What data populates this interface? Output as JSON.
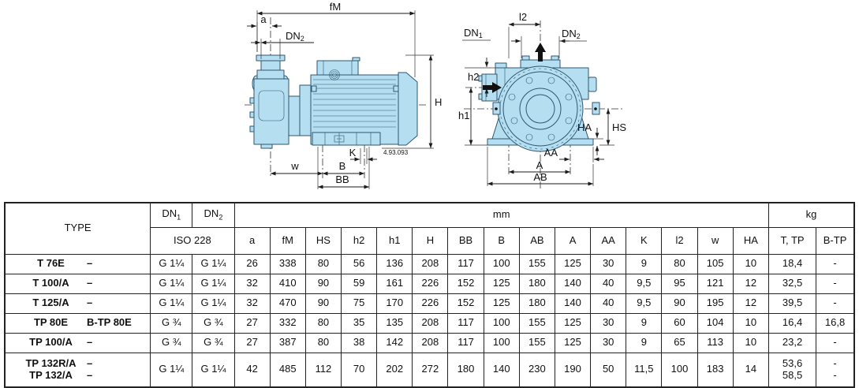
{
  "colors": {
    "pump_fill": "#b6def1",
    "pump_stroke": "#2e5670",
    "dimension_line": "#1a1a1a",
    "table_border": "#222222"
  },
  "drawings": {
    "code": "4.93.093",
    "side": {
      "fM": "fM",
      "a": "a",
      "H": "H",
      "K": "K",
      "w": "w",
      "B": "B",
      "BB": "BB",
      "dn2": {
        "base": "DN",
        "sub": "2"
      }
    },
    "front": {
      "l2": "l2",
      "h2": "h2",
      "h1": "h1",
      "HA": "HA",
      "HS": "HS",
      "AA": "AA",
      "A": "A",
      "AB": "AB",
      "dn1": {
        "base": "DN",
        "sub": "1"
      },
      "dn2": {
        "base": "DN",
        "sub": "2"
      }
    }
  },
  "table": {
    "type_header": "TYPE",
    "dn1": {
      "base": "DN",
      "sub": "1"
    },
    "dn2": {
      "base": "DN",
      "sub": "2"
    },
    "iso": "ISO 228",
    "mm": "mm",
    "kg": "kg",
    "kg_headers": [
      "T, TP",
      "B-TP"
    ],
    "dim_headers": [
      "a",
      "fM",
      "HS",
      "h2",
      "h1",
      "H",
      "BB",
      "B",
      "AB",
      "A",
      "AA",
      "K",
      "l2",
      "w",
      "HA"
    ],
    "rows": [
      {
        "type": [
          [
            "T 76E",
            "–"
          ]
        ],
        "dn1": "G 1¼",
        "dn2": "G 1¼",
        "dims": [
          "26",
          "338",
          "80",
          "56",
          "136",
          "208",
          "117",
          "100",
          "155",
          "125",
          "30",
          "9",
          "80",
          "105",
          "10"
        ],
        "kg_t_tp": [
          "18,4"
        ],
        "kg_b_tp": [
          "-"
        ]
      },
      {
        "type": [
          [
            "T 100/A",
            "–"
          ]
        ],
        "dn1": "G 1¼",
        "dn2": "G 1¼",
        "dims": [
          "32",
          "410",
          "90",
          "59",
          "161",
          "226",
          "152",
          "125",
          "180",
          "140",
          "40",
          "9,5",
          "95",
          "121",
          "12"
        ],
        "kg_t_tp": [
          "32,5"
        ],
        "kg_b_tp": [
          "-"
        ]
      },
      {
        "type": [
          [
            "T 125/A",
            "–"
          ]
        ],
        "dn1": "G 1¼",
        "dn2": "G 1¼",
        "dims": [
          "32",
          "470",
          "90",
          "75",
          "170",
          "226",
          "152",
          "125",
          "180",
          "140",
          "40",
          "9,5",
          "90",
          "195",
          "12"
        ],
        "kg_t_tp": [
          "39,5"
        ],
        "kg_b_tp": [
          "-"
        ]
      },
      {
        "type": [
          [
            "TP 80E",
            "B-TP 80E"
          ]
        ],
        "dn1": "G ¾",
        "dn2": "G ¾",
        "dims": [
          "27",
          "332",
          "80",
          "35",
          "135",
          "208",
          "117",
          "100",
          "155",
          "125",
          "30",
          "9",
          "60",
          "104",
          "10"
        ],
        "kg_t_tp": [
          "16,4"
        ],
        "kg_b_tp": [
          "16,8"
        ]
      },
      {
        "type": [
          [
            "TP 100/A",
            "–"
          ]
        ],
        "dn1": "G ¾",
        "dn2": "G ¾",
        "dims": [
          "27",
          "387",
          "80",
          "38",
          "142",
          "208",
          "117",
          "100",
          "155",
          "125",
          "30",
          "9",
          "65",
          "113",
          "10"
        ],
        "kg_t_tp": [
          "23,2"
        ],
        "kg_b_tp": [
          "-"
        ]
      },
      {
        "type": [
          [
            "TP 132R/A",
            "–"
          ],
          [
            "TP 132/A",
            "–"
          ]
        ],
        "dn1": "G 1¼",
        "dn2": "G 1¼",
        "dims": [
          "42",
          "485",
          "112",
          "70",
          "202",
          "272",
          "180",
          "140",
          "230",
          "190",
          "50",
          "11,5",
          "100",
          "183",
          "14"
        ],
        "kg_t_tp": [
          "53,6",
          "58,5"
        ],
        "kg_b_tp": [
          "-",
          "-"
        ]
      }
    ]
  }
}
